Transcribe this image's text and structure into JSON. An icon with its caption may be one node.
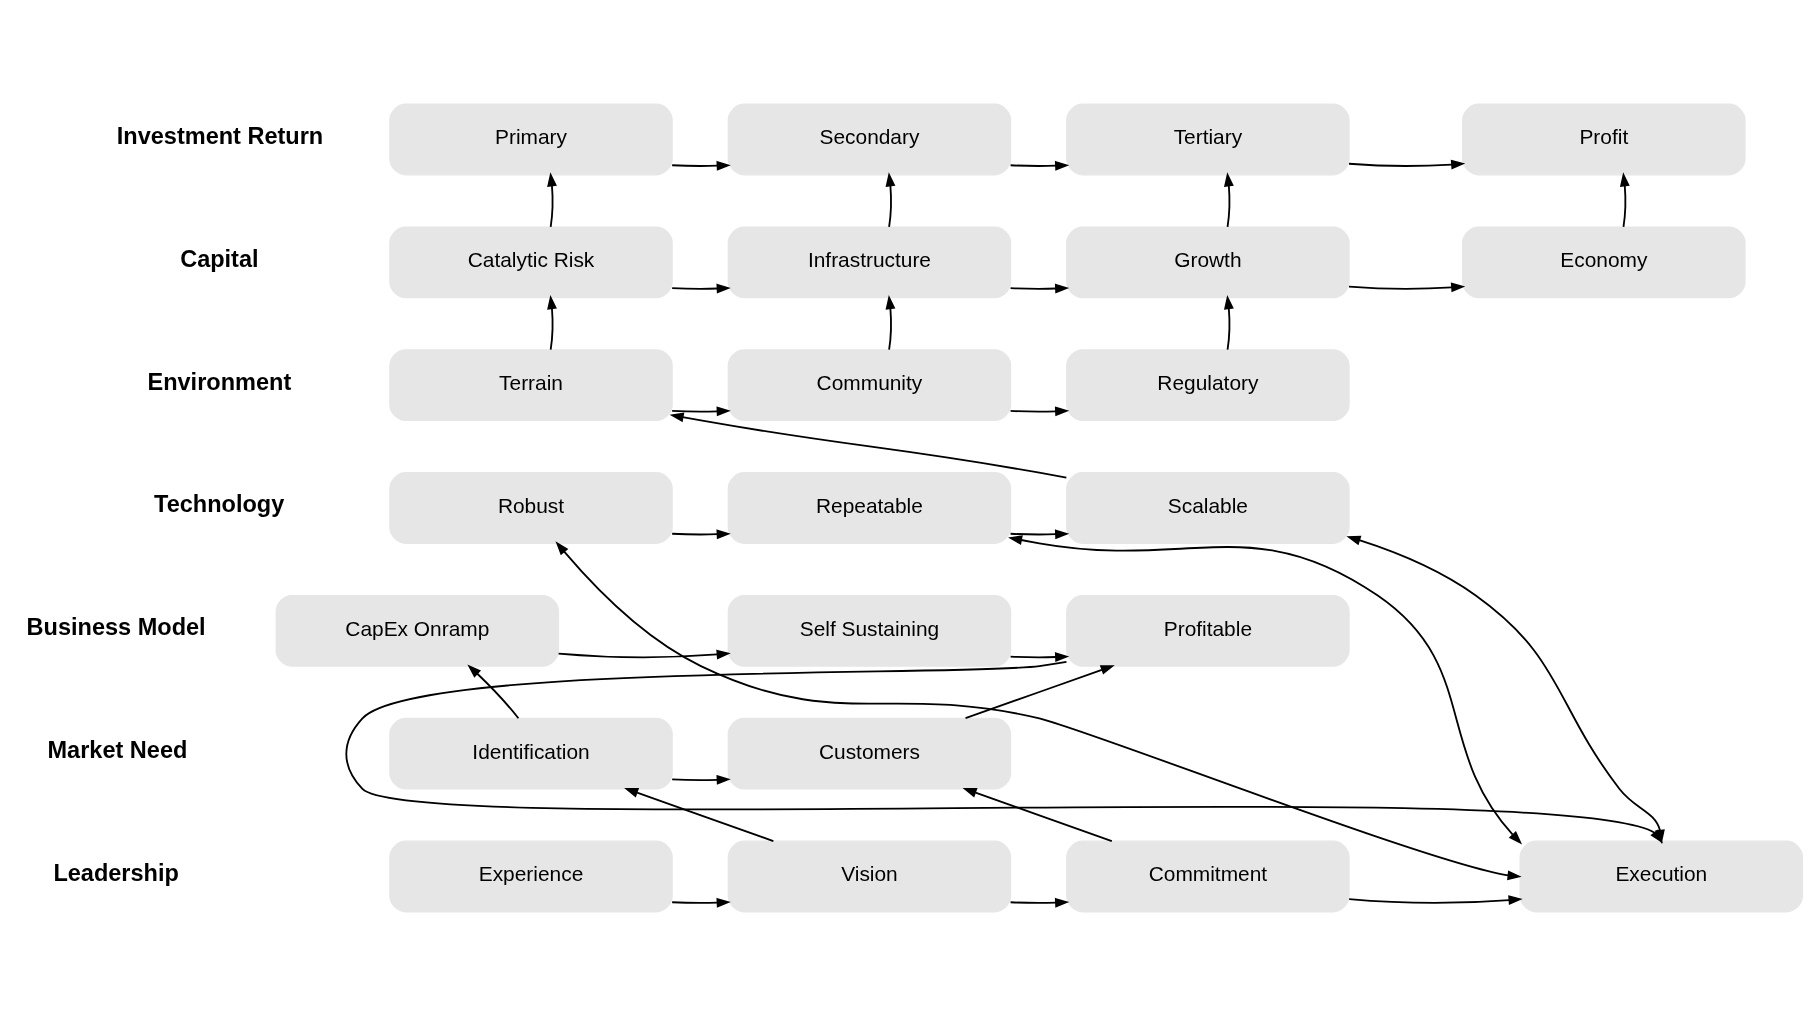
{
  "diagram": {
    "nodes": [
      {
        "text": [
          "Primary"
        ]
      },
      {
        "text": [
          "Secondary"
        ]
      },
      {
        "text": [
          "Tertiary"
        ]
      },
      {
        "text": [
          "Profit"
        ]
      },
      {
        "text": [
          "Catalytic Risk"
        ]
      },
      {
        "text": [
          "Infrastructure"
        ]
      },
      {
        "text": [
          "Growth"
        ]
      },
      {
        "text": [
          "Economy"
        ]
      },
      {
        "text": [
          "Terrain"
        ]
      },
      {
        "text": [
          "Community"
        ]
      },
      {
        "text": [
          "Regulatory"
        ]
      },
      {
        "text": [
          "Robust"
        ]
      },
      {
        "text": [
          "Repeatable"
        ]
      },
      {
        "text": [
          "Scalable"
        ]
      },
      {
        "text": [
          "CapEx Onramp"
        ]
      },
      {
        "text": [
          "Self Sustaining"
        ]
      },
      {
        "text": [
          "Profitable"
        ]
      },
      {
        "text": [
          "Identification"
        ]
      },
      {
        "text": [
          "Customers"
        ]
      },
      {
        "text": [
          "Experience"
        ]
      },
      {
        "text": [
          "Vision"
        ]
      },
      {
        "text": [
          "Commitment"
        ]
      },
      {
        "text": [
          "Execution"
        ]
      }
    ],
    "edges": [
      {
        "from": 0,
        "to": 1,
        "arrow": "to"
      },
      {
        "from": 1,
        "to": 2,
        "arrow": "to"
      },
      {
        "from": 2,
        "to": 3,
        "arrow": "to"
      },
      {
        "from": 4,
        "to": 0,
        "arrow": "to"
      },
      {
        "from": 5,
        "to": 1,
        "arrow": "to"
      },
      {
        "from": 6,
        "to": 2,
        "arrow": "to"
      },
      {
        "from": 7,
        "to": 3,
        "arrow": "to"
      },
      {
        "from": 4,
        "to": 5,
        "arrow": "to"
      },
      {
        "from": 5,
        "to": 6,
        "arrow": "to"
      },
      {
        "from": 6,
        "to": 7,
        "arrow": "to"
      },
      {
        "from": 8,
        "to": 4,
        "arrow": "to"
      },
      {
        "from": 9,
        "to": 5,
        "arrow": "to"
      },
      {
        "from": 10,
        "to": 6,
        "arrow": "to"
      },
      {
        "from": 8,
        "to": 9,
        "arrow": "to"
      },
      {
        "from": 9,
        "to": 10,
        "arrow": "to"
      },
      {
        "from": 13,
        "to": 8,
        "arrow": "to"
      },
      {
        "from": 11,
        "to": 12,
        "arrow": "to"
      },
      {
        "from": 12,
        "to": 13,
        "arrow": "to"
      },
      {
        "from": 14,
        "to": 15,
        "arrow": "to"
      },
      {
        "from": 15,
        "to": 16,
        "arrow": "to"
      },
      {
        "from": 17,
        "to": 14,
        "arrow": "to"
      },
      {
        "from": 17,
        "to": 18,
        "arrow": "to"
      },
      {
        "from": 18,
        "to": 16,
        "arrow": "to"
      },
      {
        "from": 19,
        "to": 20,
        "arrow": "to"
      },
      {
        "from": 20,
        "to": 21,
        "arrow": "to"
      },
      {
        "from": 21,
        "to": 22,
        "arrow": "to"
      },
      {
        "from": 20,
        "to": 17,
        "arrow": "to"
      },
      {
        "from": 21,
        "to": 18,
        "arrow": "to"
      },
      {
        "from": 16,
        "to": 22,
        "arrow": "to"
      },
      {
        "from": 22,
        "to": 13,
        "arrow": "both"
      },
      {
        "from": 22,
        "to": 12,
        "arrow": "both"
      },
      {
        "from": 22,
        "to": 11,
        "arrow": "both"
      }
    ],
    "labels": [
      "Investment Return",
      "Capital",
      "Environment",
      "Technology",
      "Business Model",
      "Market Need",
      "Leadership"
    ]
  }
}
